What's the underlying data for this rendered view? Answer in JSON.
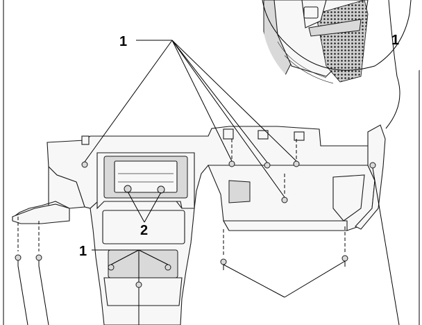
{
  "callouts": {
    "c1_top": "1",
    "c1_detail": "1",
    "c2_center": "2",
    "c1_lower": "1"
  },
  "colors": {
    "line": "#000000",
    "part_fill": "#f7f7f7",
    "shade": "#d9d9d9"
  }
}
